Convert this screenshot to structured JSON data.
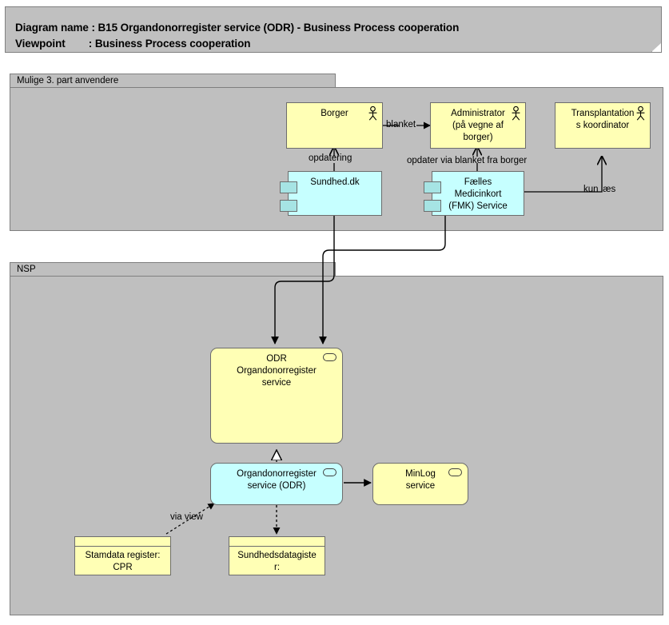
{
  "title": {
    "line1_label": "Diagram name :",
    "line1_value": "B15 Organdonorregister service (ODR) - Business Process cooperation",
    "line2_label": "Viewpoint",
    "line2_value": ": Business Process cooperation",
    "line1_full": "Diagram name : B15 Organdonorregister service (ODR) - Business Process cooperation",
    "line2_full": "Viewpoint        : Business Process cooperation"
  },
  "groups": [
    {
      "id": "third-party",
      "label": "Mulige 3. part anvendere"
    },
    {
      "id": "nsp",
      "label": "NSP"
    }
  ],
  "nodes": {
    "borger": {
      "label": "Borger",
      "type": "business-actor",
      "color": "#ffffb5"
    },
    "administrator": {
      "label": "Administrator\n(på vegne af\nborger)",
      "type": "business-actor",
      "color": "#ffffb5"
    },
    "transplantation": {
      "label": "Transplantation\ns koordinator",
      "type": "business-actor",
      "color": "#ffffb5"
    },
    "sundhed_dk": {
      "label": "Sundhed.dk",
      "type": "application-component",
      "color": "#c6ffff"
    },
    "fmk": {
      "label": "Fælles\nMedicinkort\n(FMK) Service",
      "type": "application-component",
      "color": "#c6ffff"
    },
    "odr_service": {
      "label": "ODR\nOrgandonorregister\nservice",
      "type": "application-service",
      "color": "#ffffb5"
    },
    "odr_app": {
      "label": "Organdonorregister\nservice (ODR)",
      "type": "application-service",
      "color": "#c6ffff"
    },
    "minlog": {
      "label": "MinLog\nservice",
      "type": "application-service",
      "color": "#ffffb5"
    },
    "cpr": {
      "label": "Stamdata register:\nCPR",
      "type": "data-object",
      "color": "#ffffb5"
    },
    "sundhedsdataregister": {
      "label": "Sundhedsdatagiste\nr:\nOrgandonorregister",
      "type": "data-object",
      "color": "#ffffb5"
    }
  },
  "connections": [
    {
      "id": "blanket",
      "label": "blanket",
      "from": "borger",
      "to": "administrator"
    },
    {
      "id": "opdatering",
      "label": "opdatering",
      "from": "sundhed_dk",
      "to": "borger"
    },
    {
      "id": "opdater-via-blanket",
      "label": "opdater via blanket fra borger",
      "from": "fmk",
      "to": "administrator"
    },
    {
      "id": "kun-laes",
      "label": "kun læs",
      "from": "fmk",
      "to": "transplantation"
    },
    {
      "id": "via-view",
      "label": "via view",
      "from": "cpr",
      "to": "odr_app"
    },
    {
      "id": "sundhed-to-odr",
      "label": "",
      "from": "sundhed_dk",
      "to": "odr_service"
    },
    {
      "id": "fmk-to-odr",
      "label": "",
      "from": "fmk",
      "to": "odr_service"
    },
    {
      "id": "odr-app-to-minlog",
      "label": "",
      "from": "odr_app",
      "to": "minlog"
    },
    {
      "id": "odr-app-realizes-odr-service",
      "label": "",
      "from": "odr_app",
      "to": "odr_service"
    },
    {
      "id": "sdr-to-odr-app",
      "label": "",
      "from": "odr_app",
      "to": "sundhedsdataregister"
    }
  ],
  "colors": {
    "yellow": "#ffffb5",
    "cyan": "#c6ffff",
    "group_gray": "#bfbfbf",
    "banner_gray": "#c0c0c0",
    "border": "#6d6d6d",
    "line": "#000000"
  }
}
